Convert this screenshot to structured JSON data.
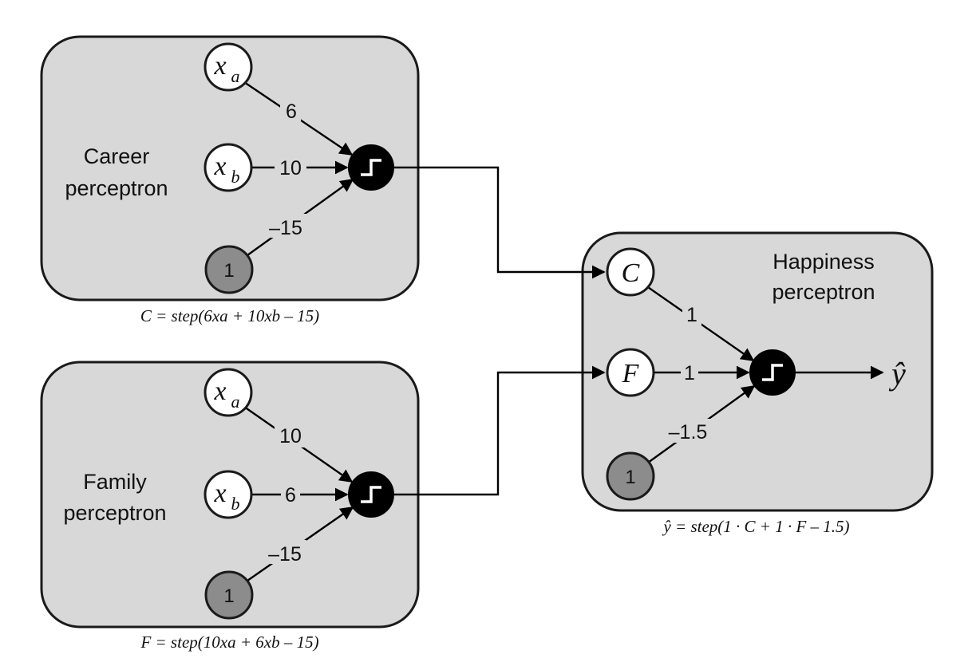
{
  "career": {
    "title_line1": "Career",
    "title_line2": "perceptron",
    "input_a": "x",
    "input_a_sub": "a",
    "input_b": "x",
    "input_b_sub": "b",
    "bias": "1",
    "weight_a": "6",
    "weight_b": "10",
    "weight_bias": "–15",
    "formula": "C = step(6xa + 10xb – 15)"
  },
  "family": {
    "title_line1": "Family",
    "title_line2": "perceptron",
    "input_a": "x",
    "input_a_sub": "a",
    "input_b": "x",
    "input_b_sub": "b",
    "bias": "1",
    "weight_a": "10",
    "weight_b": "6",
    "weight_bias": "–15",
    "formula": "F = step(10xa + 6xb – 15)"
  },
  "happiness": {
    "title_line1": "Happiness",
    "title_line2": "perceptron",
    "input_c": "C",
    "input_f": "F",
    "bias": "1",
    "weight_c": "1",
    "weight_f": "1",
    "weight_bias": "–1.5",
    "output": "ŷ",
    "formula": "ŷ = step(1 · C + 1 · F – 1.5)"
  },
  "colors": {
    "panel_fill": "#d8d8d8",
    "bias_node": "#8c8c8c",
    "step_node": "#000000"
  }
}
